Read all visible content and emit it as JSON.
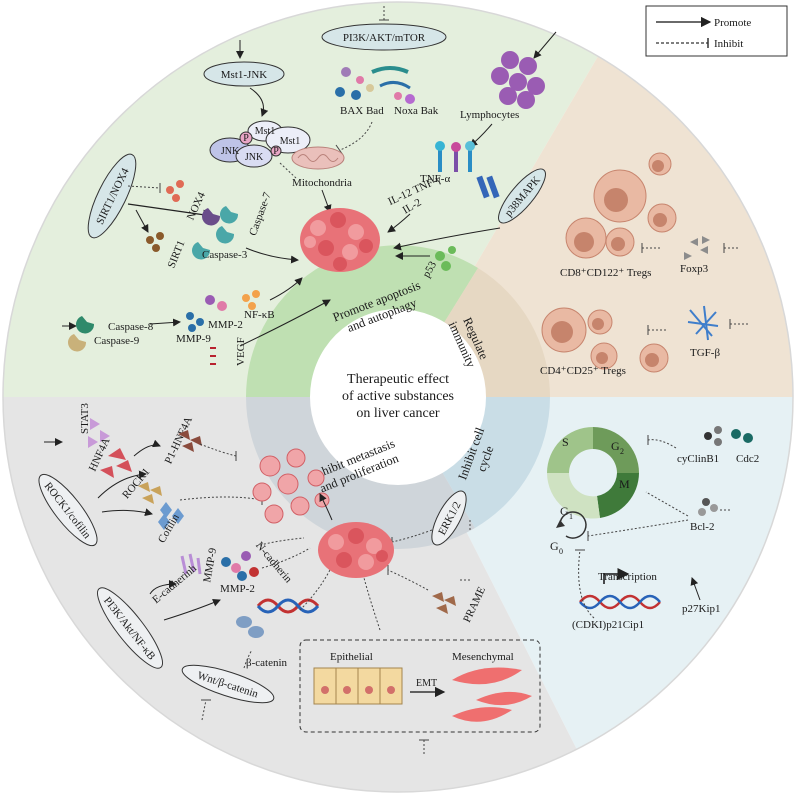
{
  "legend": {
    "promote": "Promote",
    "inhibit": "Inhibit"
  },
  "center": {
    "line1": "Therapeutic effect",
    "line2": "of active substances",
    "line3": "on liver cancer"
  },
  "ring": {
    "apoptosis_line1": "Promote apoptosis",
    "apoptosis_line2": "and autophagy",
    "immunity_line1": "Regulate",
    "immunity_line2": "immunity",
    "cycle_line1": "Inhibit cell",
    "cycle_line2": "cycle",
    "metastasis_line1": "Inhibit metastasis",
    "metastasis_line2": "and proliferation"
  },
  "apoptosis": {
    "pi3k_akt_mtor": "PI3K/AKT/mTOR",
    "mst1_jnk": "Mst1-JNK",
    "mst1_a": "Mst1",
    "mst1_b": "Mst1",
    "jnk_a": "JNK",
    "jnk_b": "JNK",
    "p_a": "P",
    "p_b": "P",
    "bax_bad": "BAX Bad",
    "noxa_bak": "Noxa  Bak",
    "lymphocytes": "Lymphocytes",
    "mitochondria": "Mitochondria",
    "sirt1_nox4": "SIRT1/NOX4",
    "nox4": "NOX4",
    "sirt1": "SIRT1",
    "caspase7": "Caspase-7",
    "caspase3": "Caspase-3",
    "tnfa": "TNF-α",
    "il12_tnfg": "IL-12  TNF-γ",
    "il2": "IL-2",
    "p38mapk": "p38MAPK",
    "p53": "p53",
    "caspase8": "Caspase-8",
    "caspase9": "Caspase-9",
    "mmp9": "MMP-9",
    "mmp2": "MMP-2",
    "nfkb": "NF-κB",
    "vegf": "VEGF"
  },
  "immunity": {
    "cd8_tregs": "CD8⁺CD122⁺ Tregs",
    "foxp3": "Foxp3",
    "cd4_tregs": "CD4⁺CD25⁺ Tregs",
    "tgfb": "TGF-β"
  },
  "cycle": {
    "s": "S",
    "g2": "G",
    "g2_sub": "2",
    "m": "M",
    "g1": "G",
    "g1_sub": "1",
    "g0": "G",
    "g0_sub": "0",
    "cyclinb1": "cyClinB1",
    "cdc2": "Cdc2",
    "bcl2": "Bcl-2",
    "transcription": "Transcription",
    "p27": "p27Kip1",
    "p21": "(CDKI)p21Cip1"
  },
  "metastasis": {
    "stat3": "STAT3",
    "hnf4a": "HNF4A",
    "p1_hnf4a": "P1-HNF4A",
    "rock1_cofilin": "ROCK1/cofilin",
    "rock1": "ROCK1",
    "cofilin": "Cofilin",
    "n_cadherin": "N-cadherin",
    "e_cadherin": "E-cadherinh",
    "mmp9": "MMP-9",
    "mmp2": "MMP-2",
    "pi3k_akt_nfkb": "PI3K/Akt/NF-κB",
    "beta_catenin": "β-catenin",
    "wnt": "Wnt/β-catenin",
    "erk": "ERK1/2",
    "prame": "PRAME",
    "epithelial": "Epithelial",
    "mesenchymal": "Mesenchymal",
    "emt": "EMT"
  },
  "colors": {
    "green_sector": "#e4efdd",
    "tan_sector": "#efe3d3",
    "blue_sector": "#e6f1f4",
    "gray_sector": "#e5e5e5",
    "ring_apoptosis": "#bfe0b2",
    "ring_immunity": "#e6d8c3",
    "ring_cycle": "#c9dde6",
    "ring_metastasis": "#cfd5da",
    "tumor": "#e46a6e"
  }
}
